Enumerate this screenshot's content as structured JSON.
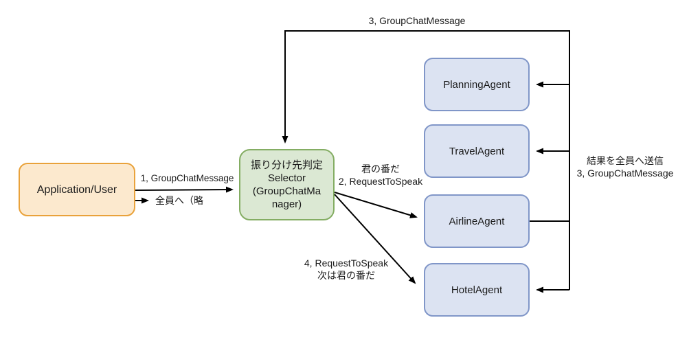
{
  "diagram": {
    "nodes": {
      "application_user": {
        "label": "Application/User"
      },
      "selector": {
        "lines": [
          "振り分け先判定",
          "Selector",
          "(GroupChatMa",
          "nager)"
        ]
      },
      "agents": [
        {
          "label": "PlanningAgent"
        },
        {
          "label": "TravelAgent"
        },
        {
          "label": "AirlineAgent"
        },
        {
          "label": "HotelAgent"
        }
      ]
    },
    "edge_labels": {
      "top_loop": "3, GroupChatMessage",
      "app_to_selector": "1, GroupChatMessage",
      "app_broadcast": "全員へ（略",
      "selector_to_airline_line1": "君の番だ",
      "selector_to_airline_line2": "2, RequestToSpeak",
      "selector_to_hotel_line1": "4, RequestToSpeak",
      "selector_to_hotel_line2": "次は君の番だ",
      "result_broadcast_line1": "結果を全員へ送信",
      "result_broadcast_line2": "3, GroupChatMessage"
    },
    "colors": {
      "background": "#ffffff",
      "arrow": "#000000",
      "text": "#1a1a1a",
      "application_fill": "#fce9ce",
      "application_border": "#e9a23b",
      "selector_fill": "#dbe8d3",
      "selector_border": "#84ad63",
      "agent_fill": "#dce3f2",
      "agent_border": "#8096c8"
    }
  }
}
